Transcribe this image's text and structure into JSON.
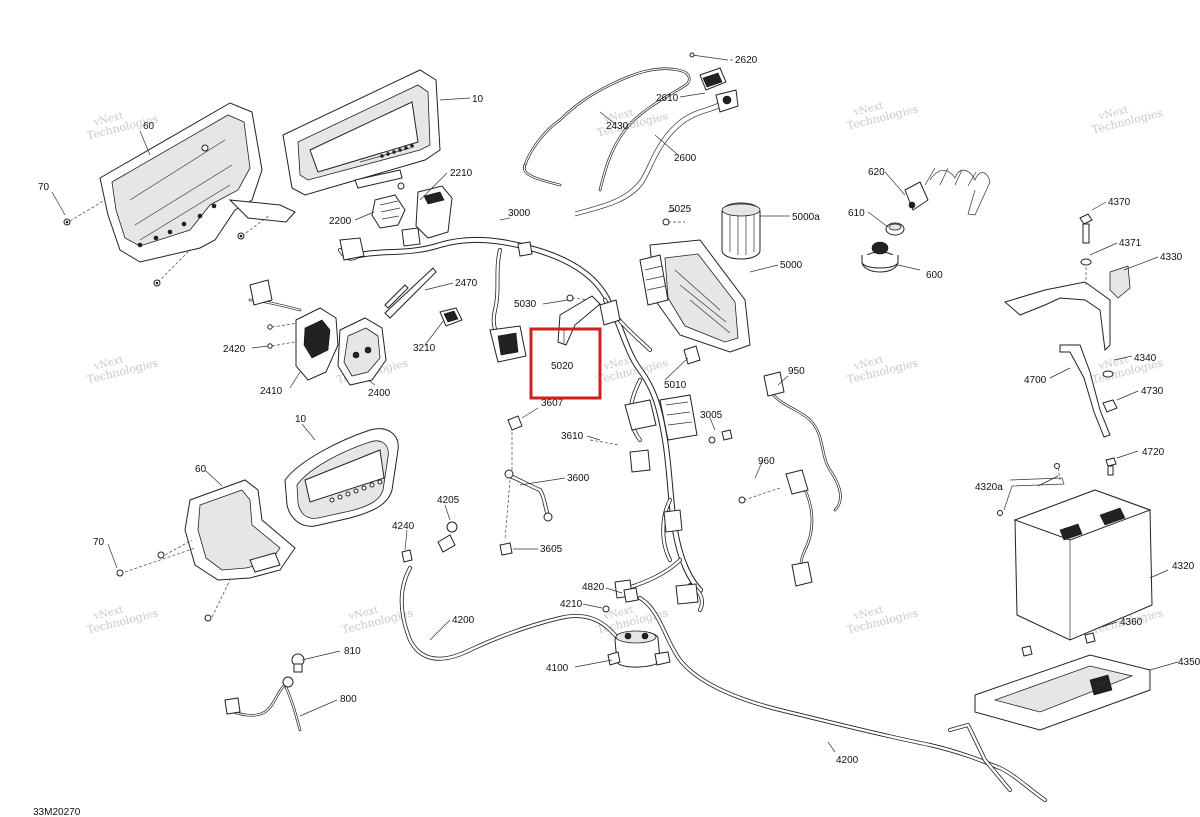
{
  "diagram_code": "33M20270",
  "watermark": {
    "line1": "vNext",
    "line2": "Technologies"
  },
  "highlight": {
    "color": "#d11f1f",
    "label": "5020"
  },
  "callouts": {
    "c10_top": "10",
    "c60_top": "60",
    "c70_top": "70",
    "c2210": "2210",
    "c2200": "2200",
    "c2430": "2430",
    "c2600": "2600",
    "c2610": "2610",
    "c2620": "2620",
    "c3000": "3000",
    "c5025": "5025",
    "c5000a": "5000a",
    "c620": "620",
    "c610": "610",
    "c600": "600",
    "c4370": "4370",
    "c4371": "4371",
    "c4330": "4330",
    "c5000": "5000",
    "c2470": "2470",
    "c5030": "5030",
    "c2420": "2420",
    "c3210": "3210",
    "c2410": "2410",
    "c2400": "2400",
    "c5010": "5010",
    "c950": "950",
    "c4700": "4700",
    "c4340": "4340",
    "c4730": "4730",
    "c3607": "3607",
    "c10_mid": "10",
    "c3005": "3005",
    "c3610": "3610",
    "c4720": "4720",
    "c960": "960",
    "c60_mid": "60",
    "c3600": "3600",
    "c4320a": "4320a",
    "c4205": "4205",
    "c4240": "4240",
    "c3605": "3605",
    "c70_mid": "70",
    "c4320": "4320",
    "c4820": "4820",
    "c4210": "4210",
    "c4200_a": "4200",
    "c4360": "4360",
    "c810": "810",
    "c4100": "4100",
    "c4350": "4350",
    "c800": "800",
    "c4200_b": "4200"
  }
}
